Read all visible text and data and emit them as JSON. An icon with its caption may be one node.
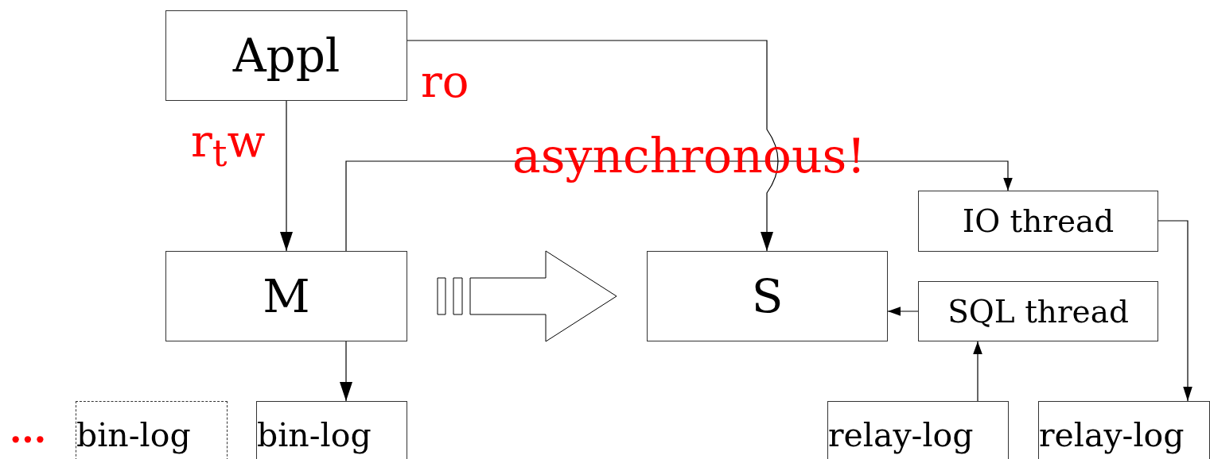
{
  "diagram": {
    "nodes": [
      {
        "text": [
          "Appl"
        ]
      },
      {
        "text": [
          "M"
        ]
      },
      {
        "text": [
          "S"
        ]
      },
      {
        "text": [
          "IO thread"
        ]
      },
      {
        "text": [
          "SQL thread"
        ]
      },
      {
        "text": [
          "bin-log"
        ]
      },
      {
        "text": [
          "bin-log"
        ]
      },
      {
        "text": [
          "relay-log"
        ]
      },
      {
        "text": [
          "relay-log"
        ]
      }
    ],
    "edges": [
      {
        "from": 0,
        "to": 1,
        "arrow": "to",
        "label": "r$_{t}$w"
      },
      {
        "from": 0,
        "to": 2,
        "arrow": "to",
        "label": "ro"
      },
      {
        "from": 1,
        "to": 3,
        "arrow": "to",
        "label": "asynchronous!"
      },
      {
        "from": 1,
        "to": 6,
        "arrow": "to"
      },
      {
        "from": 4,
        "to": 2,
        "arrow": "to"
      },
      {
        "from": 7,
        "to": 4,
        "arrow": "to"
      },
      {
        "from": 3,
        "to": 8,
        "arrow": "to"
      },
      {
        "from": 1,
        "to": 2,
        "arrow": "to",
        "style": "thick"
      }
    ],
    "labels": [
      "..."
    ]
  }
}
